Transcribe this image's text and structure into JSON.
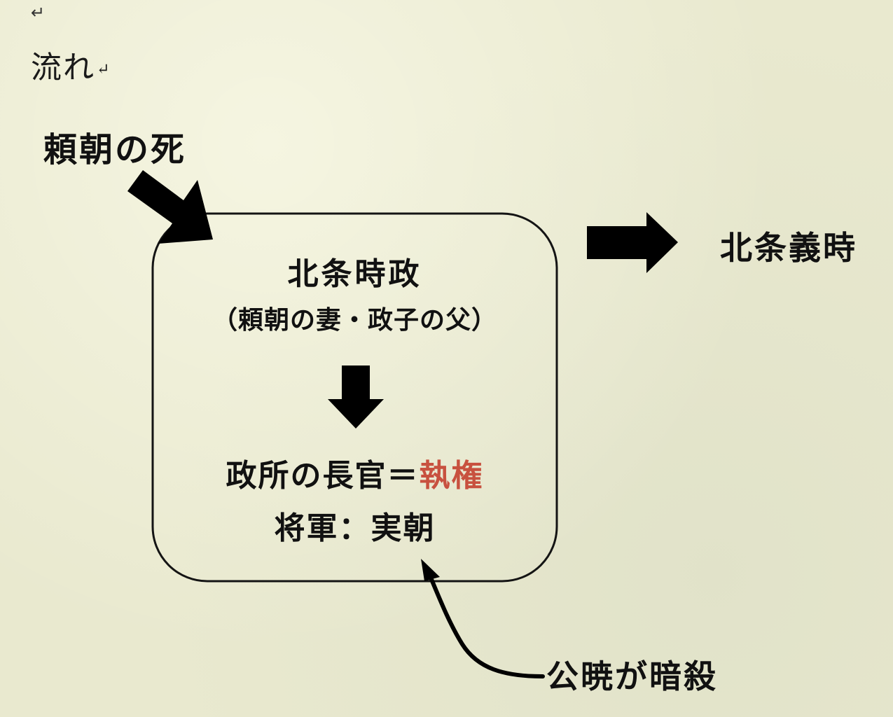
{
  "document": {
    "return_mark": "↵",
    "heading": "流れ",
    "heading_return_mark": "↵"
  },
  "diagram": {
    "trigger": "頼朝の死",
    "box": {
      "title": "北条時政",
      "subtitle": "（頼朝の妻・政子の父）",
      "role_prefix": "政所の長官＝",
      "role_accent": "執権",
      "shogun": "将軍：実朝"
    },
    "successor": "北条義時",
    "event": "公暁が暗殺"
  },
  "colors": {
    "background": "#e9e9cf",
    "text": "#111111",
    "accent": "#c8513f",
    "arrow": "#000000"
  }
}
